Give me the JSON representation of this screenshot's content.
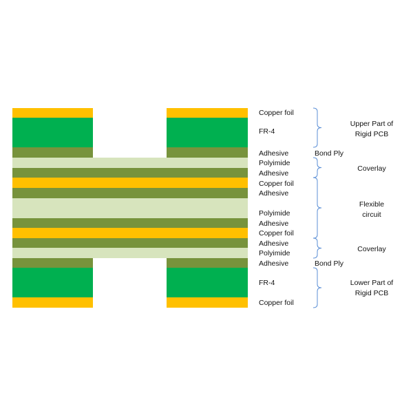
{
  "colors": {
    "copper": "#ffc000",
    "fr4": "#00b050",
    "adhesive": "#77933c",
    "polyimide": "#d7e4bd",
    "brace": "#5b8fd6"
  },
  "diagram": {
    "layer_labels": [
      "Copper foil",
      "FR-4",
      "Adhesive",
      "Polyimide",
      "Adhesive",
      "Copper foil",
      "Adhesive",
      "Polyimide",
      "Adhesive",
      "Copper foil",
      "Adhesive",
      "Polyimide",
      "Adhesive",
      "FR-4",
      "Copper foil"
    ],
    "bond_ply_labels": [
      "Bond Ply",
      "Bond Ply"
    ],
    "group_labels": [
      [
        "Upper Part of",
        "Rigid PCB"
      ],
      [
        "Coverlay"
      ],
      [
        "Flexible",
        "circuit"
      ],
      [
        "Coverlay"
      ],
      [
        "Lower Part of",
        "Rigid PCB"
      ]
    ]
  }
}
